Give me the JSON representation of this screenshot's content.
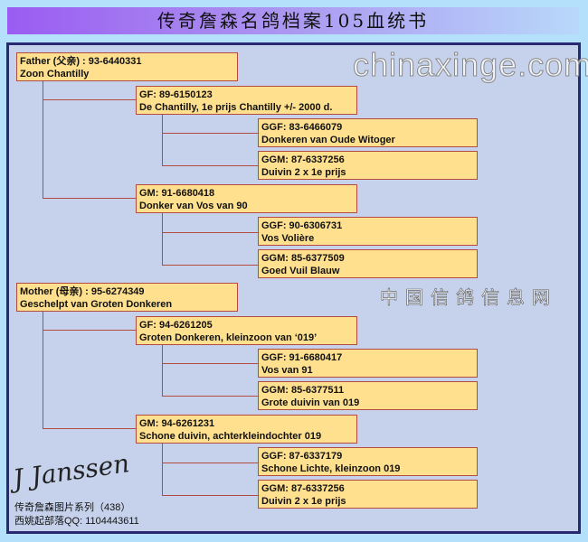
{
  "title": "传奇詹森名鸽档案105血统书",
  "pedigree": {
    "father": {
      "line1": "Father (父亲) : 93-6440331",
      "line2": "Zoon Chantilly"
    },
    "f_gf": {
      "line1": "GF: 89-6150123",
      "line2": "De Chantilly, 1e prijs Chantilly +/- 2000 d."
    },
    "f_gf_ggf": {
      "line1": "GGF: 83-6466079",
      "line2": "Donkeren van Oude Witoger"
    },
    "f_gf_ggm": {
      "line1": "GGM: 87-6337256",
      "line2": "Duivin 2 x 1e prijs"
    },
    "f_gm": {
      "line1": "GM: 91-6680418",
      "line2": "Donker van Vos van 90"
    },
    "f_gm_ggf": {
      "line1": "GGF: 90-6306731",
      "line2": "Vos Volière"
    },
    "f_gm_ggm": {
      "line1": "GGM: 85-6377509",
      "line2": "Goed Vuil Blauw"
    },
    "mother": {
      "line1": "Mother (母亲) : 95-6274349",
      "line2": "Geschelpt van Groten Donkeren"
    },
    "m_gf": {
      "line1": "GF: 94-6261205",
      "line2": "Groten Donkeren, kleinzoon van ‘019’"
    },
    "m_gf_ggf": {
      "line1": "GGF: 91-6680417",
      "line2": "Vos van 91"
    },
    "m_gf_ggm": {
      "line1": "GGM: 85-6377511",
      "line2": "Grote duivin van 019"
    },
    "m_gm": {
      "line1": "GM: 94-6261231",
      "line2": "Schone duivin, achterkleindochter 019"
    },
    "m_gm_ggf": {
      "line1": "GGF: 87-6337179",
      "line2": "Schone Lichte, kleinzoon 019"
    },
    "m_gm_ggm": {
      "line1": "GGM: 87-6337256",
      "line2": "Duivin 2 x 1e prijs"
    }
  },
  "signature": "J Janssen",
  "watermark": {
    "site": "chinaxinge.com",
    "name": "中国信鸽信息网",
    "series": "传奇詹森图片系列（438）",
    "qq": "西姚起部落QQ: 1104443611"
  }
}
